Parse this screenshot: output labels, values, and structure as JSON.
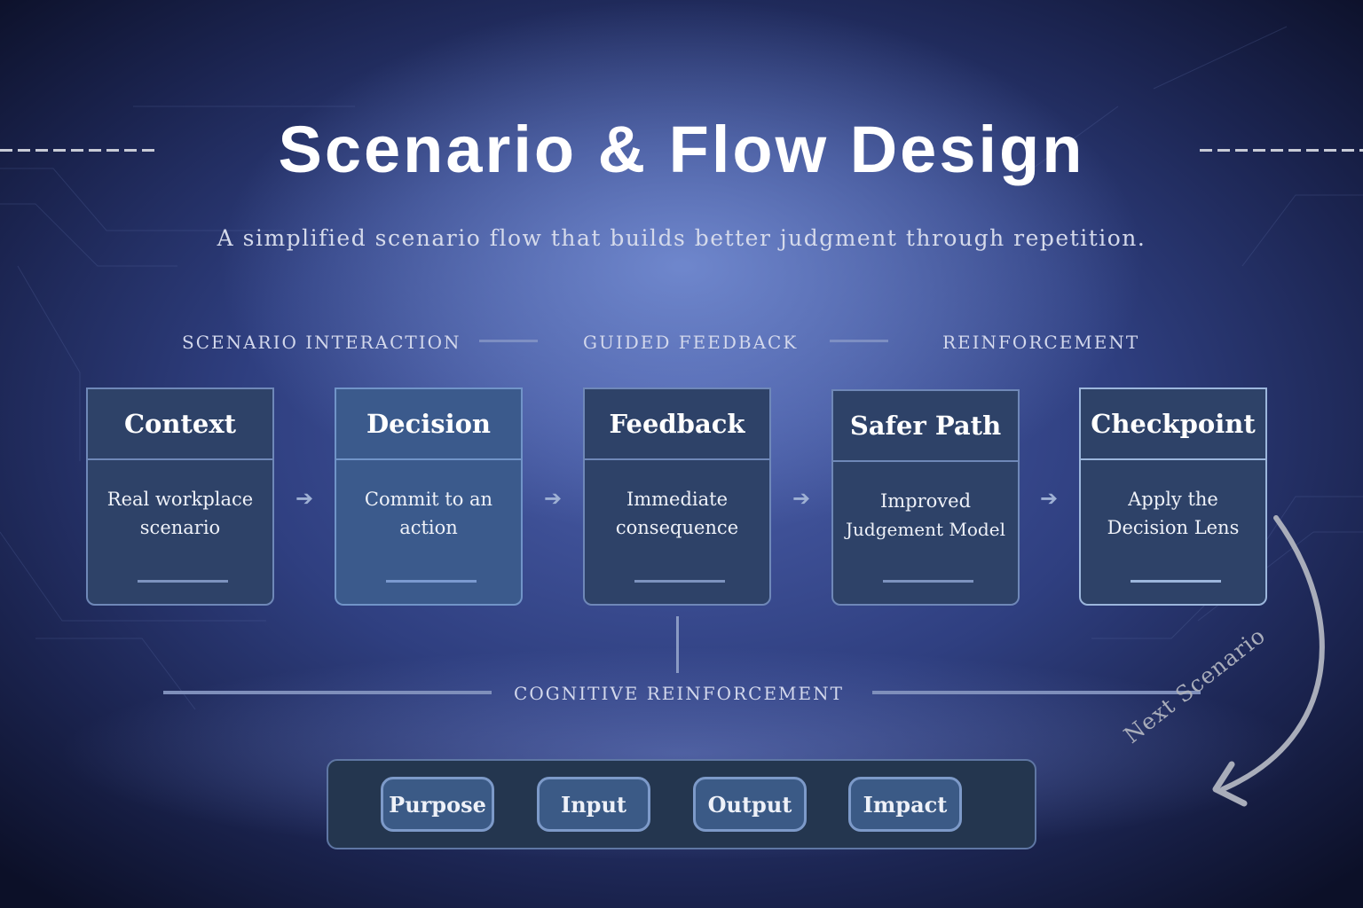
{
  "header": {
    "title": "Scenario & Flow Design",
    "subtitle": "A simplified scenario flow that builds better judgment through repetition."
  },
  "sections": [
    {
      "label": "SCENARIO INTERACTION"
    },
    {
      "label": "GUIDED FEEDBACK"
    },
    {
      "label": "REINFORCEMENT"
    }
  ],
  "steps": [
    {
      "title": "Context",
      "line1": "Real workplace",
      "line2": "scenario"
    },
    {
      "title": "Decision",
      "line1": "Commit to an",
      "line2": "action"
    },
    {
      "title": "Feedback",
      "line1": "Immediate",
      "line2": "consequence"
    },
    {
      "title": "Safer Path",
      "line1": "Improved",
      "line2": "Judgement Model"
    },
    {
      "title": "Checkpoint",
      "line1": "Apply the",
      "line2": "Decision Lens"
    }
  ],
  "arrow_glyph": "➔",
  "cognitive_label": "COGNITIVE REINFORCEMENT",
  "loop_label": "Next Scenario",
  "pillars": [
    {
      "label": "Purpose"
    },
    {
      "label": "Input"
    },
    {
      "label": "Output"
    },
    {
      "label": "Impact"
    }
  ],
  "colors": {
    "background_center": "#4a5ea8",
    "background_edge": "#0c1028",
    "card_fill": "#2e4268",
    "card_fill_alt": "#3b5a8c",
    "card_border": "#6f88b8",
    "panel_fill": "#24364f",
    "pill_fill": "#3b5a86",
    "loop_arrow": "#a9adba"
  }
}
